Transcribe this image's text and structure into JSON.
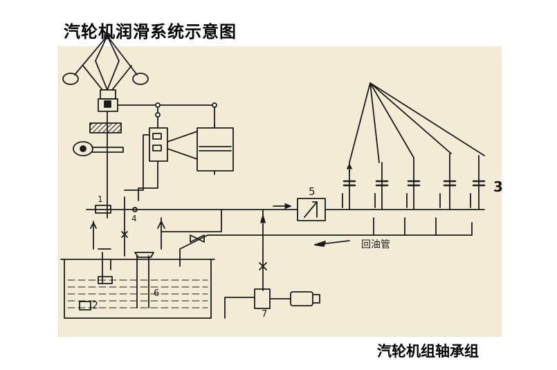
{
  "header": {
    "title": "汽轮机润滑系统示意图"
  },
  "footer": {
    "caption": "汽轮机组轴承组"
  },
  "diagram": {
    "labels": {
      "n1": "1",
      "n2": "2",
      "n3": "3",
      "n4": "4",
      "n5": "5",
      "n6": "6",
      "n7": "7",
      "return_pipe": "回油管"
    }
  },
  "colors": {
    "panel": "#f2ecd6",
    "ink": "#1a1a1a"
  }
}
